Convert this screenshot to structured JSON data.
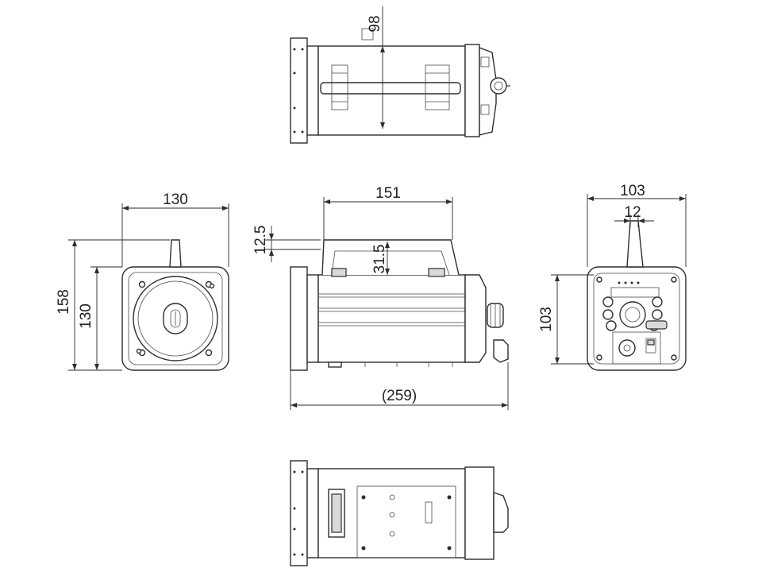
{
  "dimensions": {
    "top_square": "98",
    "front_width": "130",
    "front_height_outer": "158",
    "front_height_inner": "130",
    "side_depth": "151",
    "side_offset": "12.5",
    "side_handle": "31.5",
    "side_total": "(259)",
    "rear_width": "103",
    "rear_knob": "12",
    "rear_height": "103"
  },
  "colors": {
    "line": "#2e2e2e",
    "shade": "#d9d9d9",
    "background": "#ffffff"
  }
}
